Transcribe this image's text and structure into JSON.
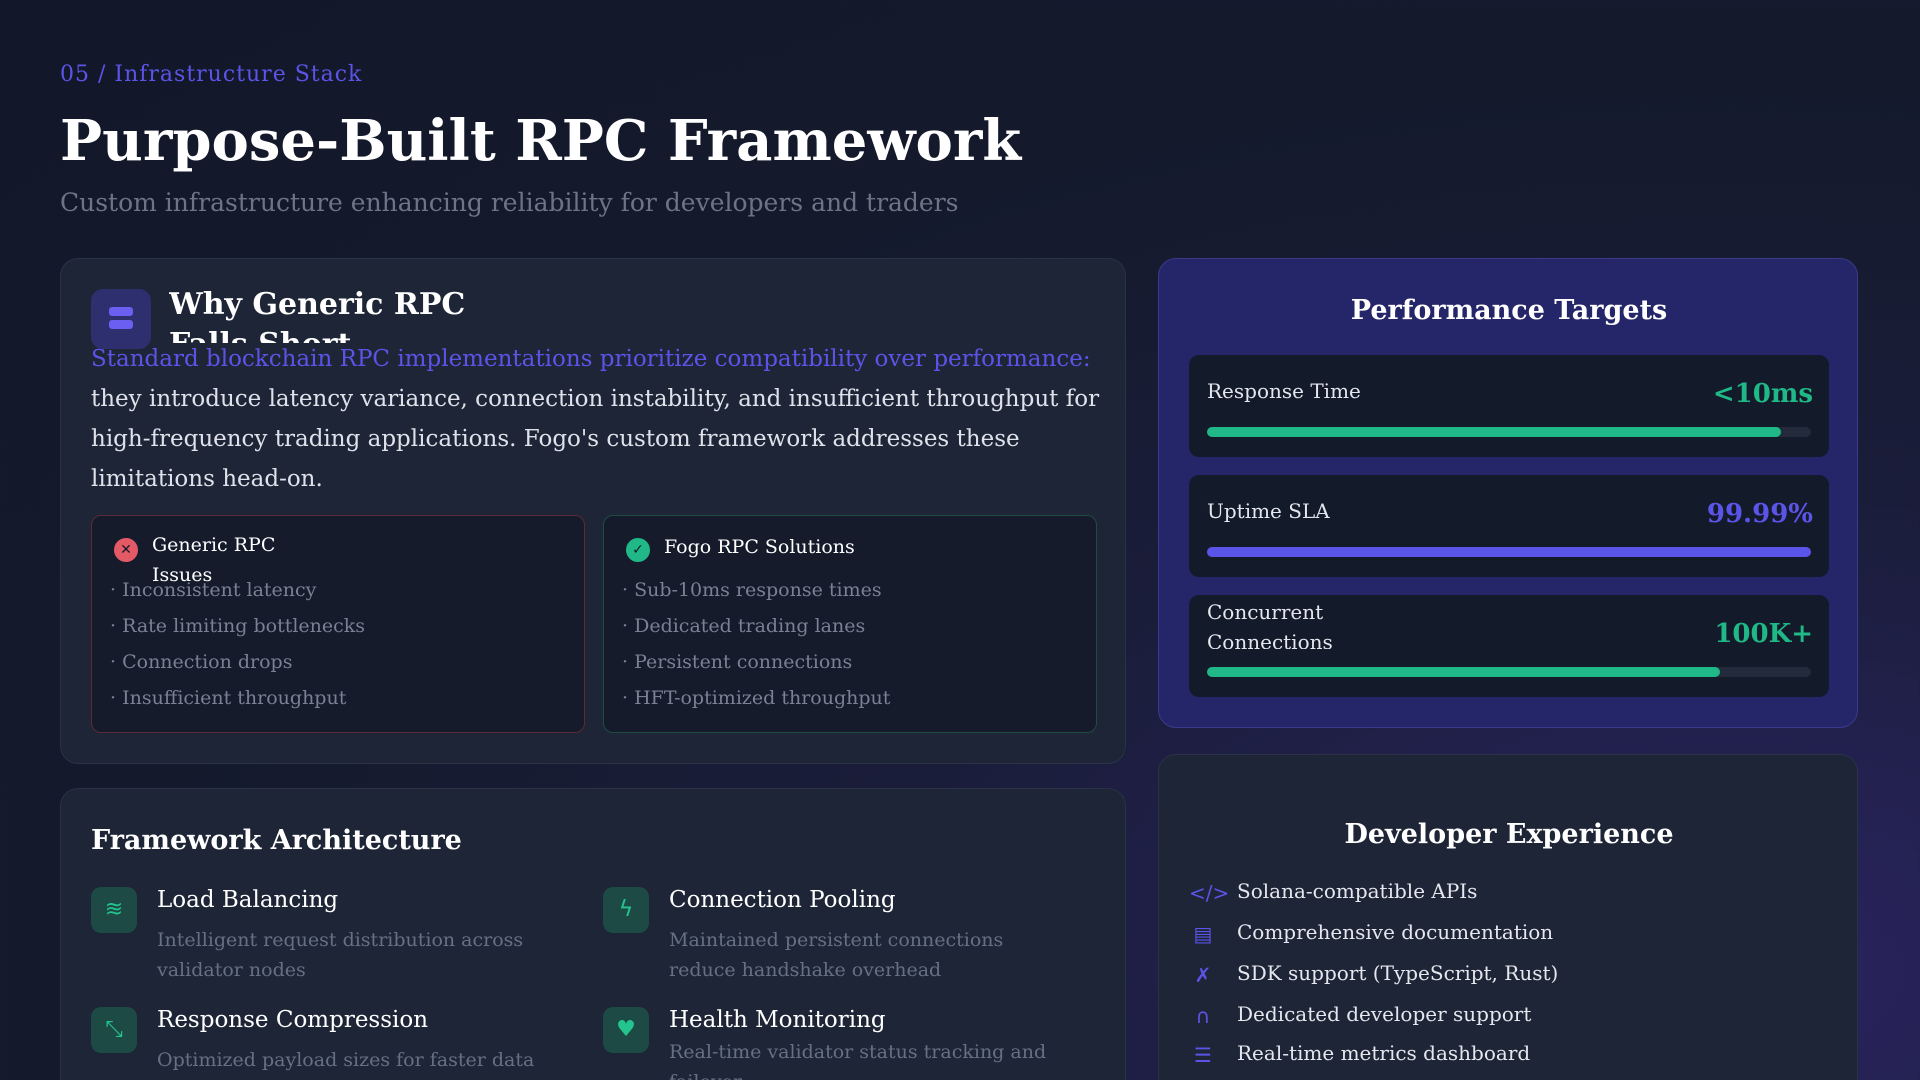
{
  "header": {
    "kicker": "05 / Infrastructure Stack",
    "title": "Purpose-Built RPC Framework",
    "subtitle": "Custom infrastructure enhancing reliability for developers and traders"
  },
  "why": {
    "icon": "server-icon",
    "title": "Why Generic RPC Falls Short",
    "lead": "Standard blockchain RPC implementations prioritize compatibility over performance:",
    "body": " they introduce latency variance, connection instability, and insufficient throughput for high-frequency trading applications. Fogo's custom framework addresses these limitations head-on.",
    "issues": {
      "title": "Generic RPC Issues",
      "icon": "x-circle-icon",
      "items": [
        "Inconsistent latency",
        "Rate limiting bottlenecks",
        "Connection drops",
        "Insufficient throughput"
      ]
    },
    "solutions": {
      "title": "Fogo RPC Solutions",
      "icon": "check-circle-icon",
      "items": [
        "Sub-10ms response times",
        "Dedicated trading lanes",
        "Persistent connections",
        "HFT-optimized throughput"
      ]
    }
  },
  "architecture": {
    "title": "Framework Architecture",
    "features": [
      {
        "icon": "layers-icon",
        "title": "Load Balancing",
        "desc": "Intelligent request distribution across validator nodes"
      },
      {
        "icon": "bolt-icon",
        "title": "Connection Pooling",
        "desc": "Maintained persistent connections reduce handshake overhead"
      },
      {
        "icon": "compress-icon",
        "title": "Response Compression",
        "desc": "Optimized payload sizes for faster data"
      },
      {
        "icon": "heart-pulse-icon",
        "title": "Health Monitoring",
        "desc": "Real-time validator status tracking and failover"
      }
    ]
  },
  "performance": {
    "title": "Performance Targets",
    "metrics": [
      {
        "label": "Response Time",
        "value": "<10ms",
        "fill": 0.95,
        "color": "#1fb886"
      },
      {
        "label": "Uptime SLA",
        "value": "99.99%",
        "fill": 1.0,
        "color": "#5b54e8"
      },
      {
        "label": "Concurrent Connections",
        "value": "100K+",
        "fill": 0.85,
        "color": "#1fb886"
      }
    ]
  },
  "developer": {
    "title": "Developer Experience",
    "items": [
      {
        "icon": "code-icon",
        "text": "Solana-compatible APIs"
      },
      {
        "icon": "book-icon",
        "text": "Comprehensive documentation"
      },
      {
        "icon": "tools-icon",
        "text": "SDK support (TypeScript, Rust)"
      },
      {
        "icon": "headset-icon",
        "text": "Dedicated developer support"
      },
      {
        "icon": "chart-icon",
        "text": "Real-time metrics dashboard"
      }
    ]
  }
}
